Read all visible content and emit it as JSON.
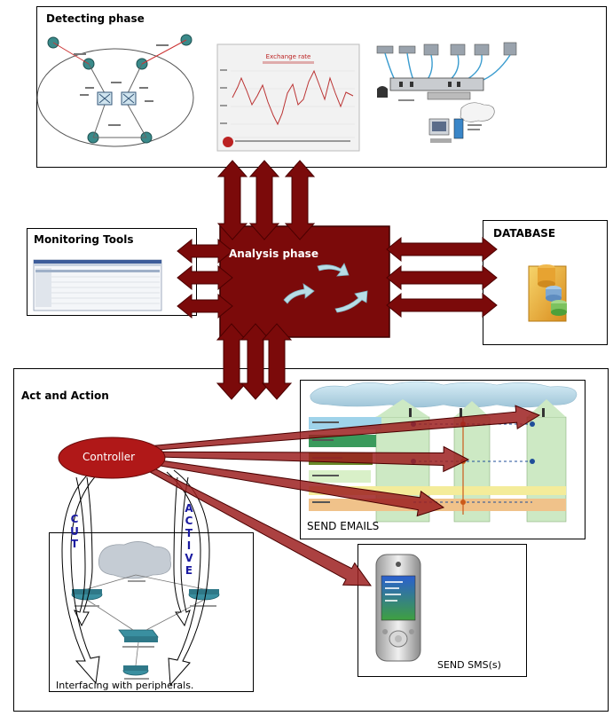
{
  "detecting": {
    "title": "Detecting phase",
    "chart_title": "Exchange rate"
  },
  "monitoring": {
    "title": "Monitoring Tools"
  },
  "analysis": {
    "title": "Analysis phase"
  },
  "database": {
    "title": "DATABASE"
  },
  "act": {
    "title": "Act and Action",
    "controller": "Controller"
  },
  "email": {
    "caption": "SEND EMAILS"
  },
  "sms": {
    "caption": "SEND SMS(s)"
  },
  "peripherals": {
    "caption": "Interfacing with peripherals."
  },
  "controls": {
    "cut": [
      "C",
      "U",
      "T"
    ],
    "active": [
      "A",
      "C",
      "T",
      "I",
      "V",
      "E"
    ]
  },
  "colors": {
    "arrow": "#7b0a0a",
    "arrow_edge": "#4a0000",
    "cycle_arrow": "#b8dde6",
    "controller": "#b01818"
  }
}
